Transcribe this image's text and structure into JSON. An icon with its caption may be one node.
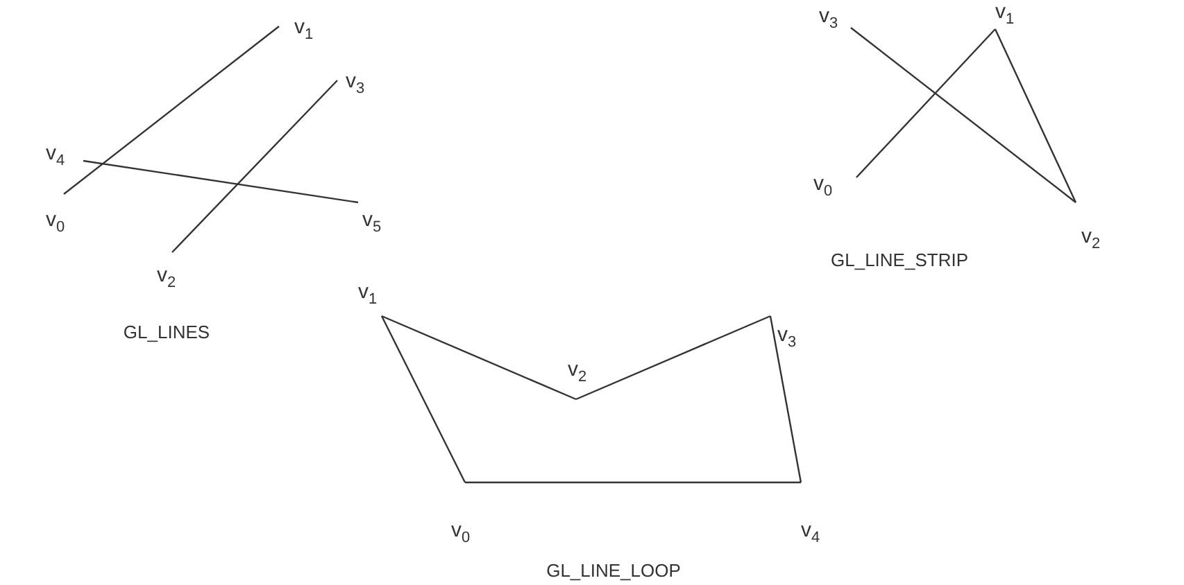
{
  "diagram": {
    "nodes": [
      {
        "text": [
          "v$_{1}$"
        ]
      },
      {
        "text": [
          "v$_{4}$"
        ]
      },
      {
        "text": [
          "v$_{3}$"
        ]
      },
      {
        "text": [
          "v$_{0}$"
        ]
      },
      {
        "text": [
          "v$_{5}$"
        ]
      },
      {
        "text": [
          "v$_{2}$"
        ]
      },
      {
        "text": [
          "v$_{3}$"
        ]
      },
      {
        "text": [
          "v$_{1}$"
        ]
      },
      {
        "text": [
          "v$_{0}$"
        ]
      },
      {
        "text": [
          "v$_{2}$"
        ]
      },
      {
        "text": [
          "v$_{1}$"
        ]
      },
      {
        "text": [
          "v$_{3}$"
        ]
      },
      {
        "text": [
          "v$_{2}$"
        ]
      },
      {
        "text": [
          "v$_{0}$"
        ]
      },
      {
        "text": [
          "v$_{4}$"
        ]
      }
    ],
    "edges": [
      {
        "from": 3,
        "to": 0,
        "arrow": "none"
      },
      {
        "from": 5,
        "to": 2,
        "arrow": "none"
      },
      {
        "from": 1,
        "to": 4,
        "arrow": "none"
      },
      {
        "from": 8,
        "to": 7,
        "arrow": "none"
      },
      {
        "from": 7,
        "to": 9,
        "arrow": "none"
      },
      {
        "from": 9,
        "to": 6,
        "arrow": "none"
      },
      {
        "from": 13,
        "to": 10,
        "arrow": "none"
      },
      {
        "from": 10,
        "to": 12,
        "arrow": "none"
      },
      {
        "from": 12,
        "to": 11,
        "arrow": "none"
      },
      {
        "from": 11,
        "to": 14,
        "arrow": "none"
      },
      {
        "from": 14,
        "to": 13,
        "arrow": "none"
      }
    ],
    "labels": [
      "GL_LINES",
      "GL_LINE_STRIP",
      "GL_LINE_LOOP"
    ]
  }
}
